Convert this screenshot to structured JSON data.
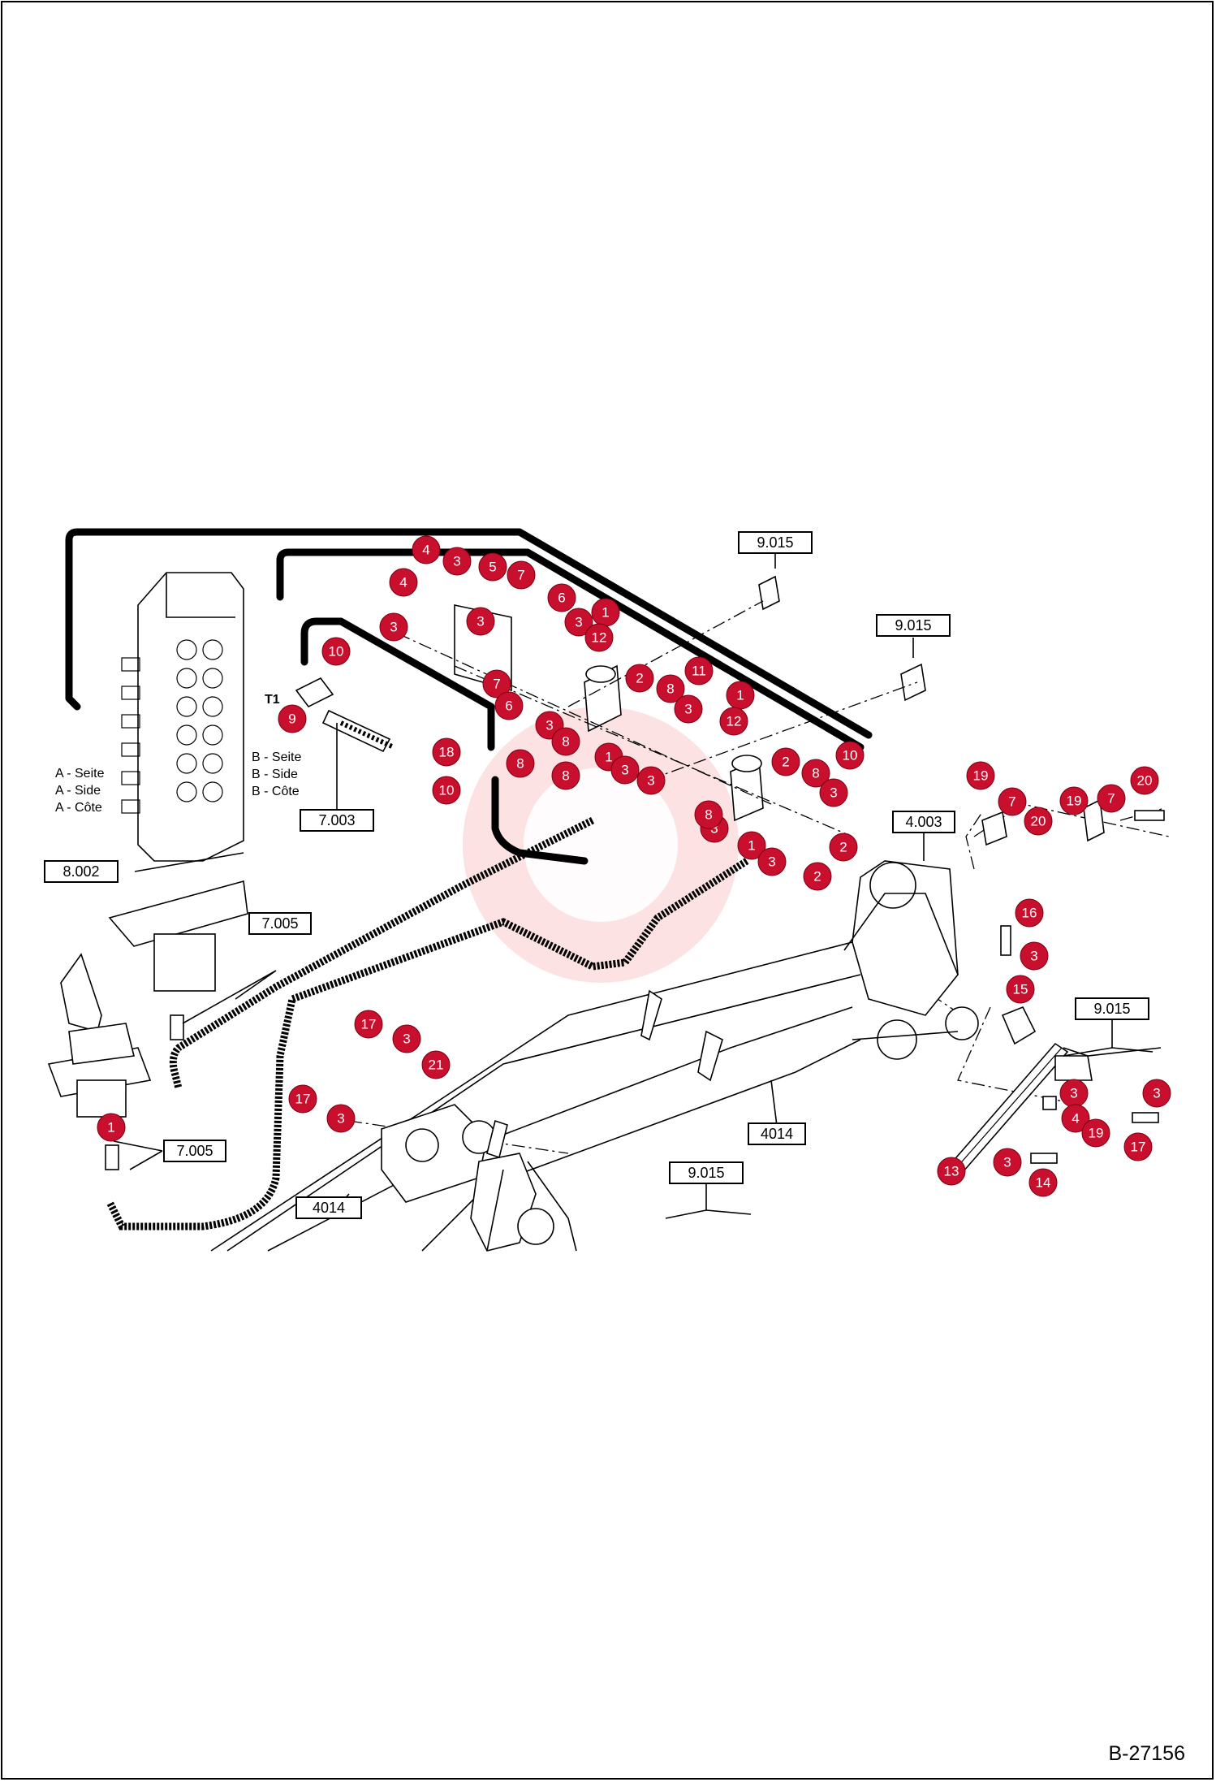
{
  "document_code": "B-27156",
  "side_labels": [
    "A - Seite",
    "A - Side",
    "A - Côte",
    "B - Seite",
    "B - Side",
    "B - Côte",
    "T1"
  ],
  "reference_boxes": [
    "9.015",
    "9.015",
    "4.003",
    "9.015",
    "9.015",
    "8.002",
    "7.003",
    "7.005",
    "7.005",
    "4014",
    "4014"
  ],
  "callouts": [
    "4",
    "3",
    "5",
    "7",
    "4",
    "3",
    "6",
    "3",
    "1",
    "3",
    "12",
    "10",
    "2",
    "11",
    "8",
    "3",
    "1",
    "12",
    "9",
    "7",
    "6",
    "3",
    "18",
    "8",
    "8",
    "1",
    "3",
    "3",
    "10",
    "8",
    "3",
    "8",
    "2",
    "10",
    "8",
    "3",
    "1",
    "3",
    "2",
    "2",
    "19",
    "7",
    "20",
    "19",
    "7",
    "20",
    "16",
    "3",
    "15",
    "17",
    "3",
    "21",
    "17",
    "3",
    "1",
    "3",
    "3",
    "4",
    "19",
    "17",
    "13",
    "3",
    "14"
  ],
  "colors": {
    "callout_fill": "#c8102e",
    "line": "#000000",
    "background": "#ffffff"
  }
}
